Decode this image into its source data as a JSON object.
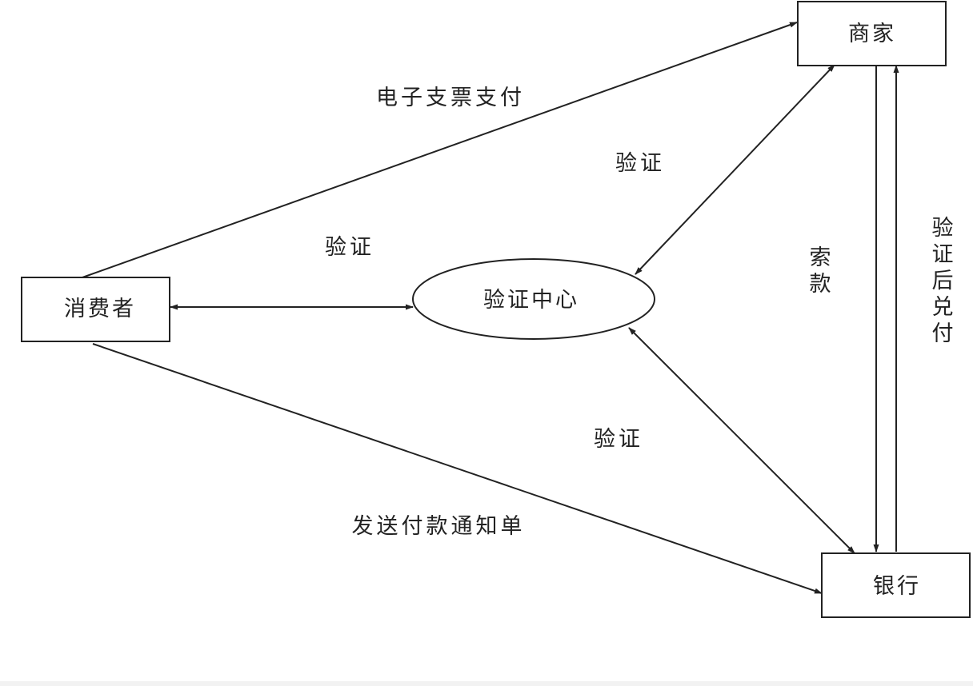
{
  "nodes": {
    "consumer": "消费者",
    "merchant": "商家",
    "center": "验证中心",
    "bank": "银行"
  },
  "edges": {
    "consumer_merchant": "电子支票支付",
    "consumer_center": "验证",
    "merchant_center": "验证",
    "bank_center": "验证",
    "consumer_bank": "发送付款通知单",
    "merchant_to_bank": "索款",
    "bank_to_merchant": "验证后兑付"
  }
}
